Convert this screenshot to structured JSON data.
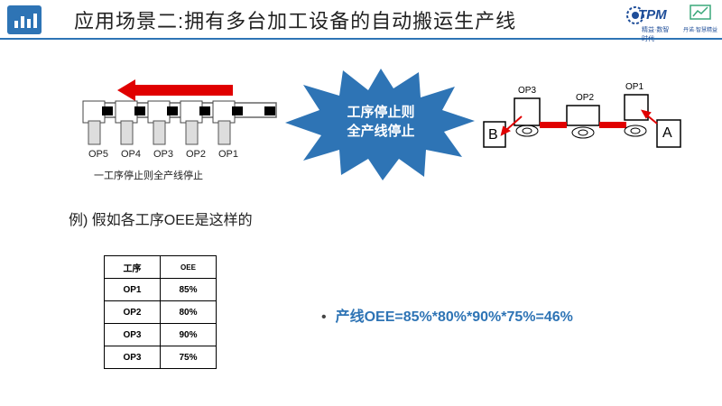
{
  "header": {
    "title": "应用场景二:拥有多台加工设备的自动搬运生产线",
    "logo_tpm_text": "TPM",
    "logo_tpm_sub": "精益·数智时代",
    "logo2_sub": "丹诺·智慧精益"
  },
  "line_left": {
    "stations": [
      "OP5",
      "OP4",
      "OP3",
      "OP2",
      "OP1"
    ],
    "caption": "一工序停止则全产线停止"
  },
  "burst": {
    "line1": "工序停止则",
    "line2": "全产线停止"
  },
  "line_right": {
    "labels": [
      "OP3",
      "OP2",
      "OP1"
    ],
    "start": "A",
    "end": "B"
  },
  "example": {
    "text": "例) 假如各工序OEE是这样的"
  },
  "table": {
    "headers": [
      "工序",
      "OEE"
    ],
    "rows": [
      [
        "OP1",
        "85%"
      ],
      [
        "OP2",
        "80%"
      ],
      [
        "OP3",
        "90%"
      ],
      [
        "OP3",
        "75%"
      ]
    ]
  },
  "result": {
    "bullet": "•",
    "text": "产线OEE=85%*80%*90%*75%=46%"
  },
  "colors": {
    "accent": "#2e74b5",
    "arrow": "#e00000",
    "burst": "#2e74b5"
  }
}
